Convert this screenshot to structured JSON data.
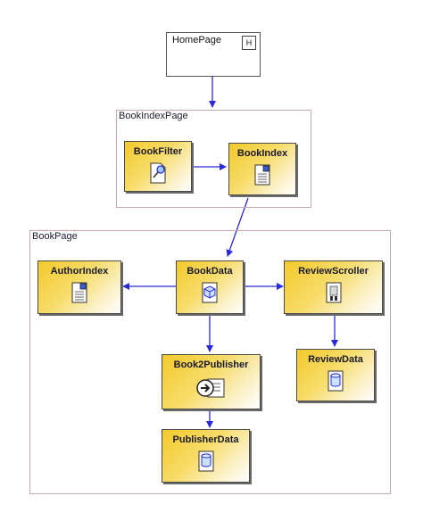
{
  "diagram": {
    "home": {
      "label": "HomePage",
      "marker": "H"
    },
    "groups": [
      {
        "label": "BookIndexPage"
      },
      {
        "label": "BookPage"
      }
    ],
    "nodes": {
      "bookfilter": {
        "label": "BookFilter",
        "icon": "search-icon"
      },
      "bookindex": {
        "label": "BookIndex",
        "icon": "index-icon"
      },
      "authorindex": {
        "label": "AuthorIndex",
        "icon": "index-icon"
      },
      "bookdata": {
        "label": "BookData",
        "icon": "data-cube-icon"
      },
      "reviewscroller": {
        "label": "ReviewScroller",
        "icon": "scroller-icon"
      },
      "reviewdata": {
        "label": "ReviewData",
        "icon": "database-icon"
      },
      "book2publisher": {
        "label": "Book2Publisher",
        "icon": "arrow-link-icon"
      },
      "publisherdata": {
        "label": "PublisherData",
        "icon": "database-icon"
      }
    },
    "edges": [
      {
        "from": "HomePage",
        "to": "BookIndexPage"
      },
      {
        "from": "BookFilter",
        "to": "BookIndex"
      },
      {
        "from": "BookIndex",
        "to": "BookPage"
      },
      {
        "from": "BookData",
        "to": "AuthorIndex"
      },
      {
        "from": "BookData",
        "to": "ReviewScroller"
      },
      {
        "from": "BookData",
        "to": "Book2Publisher"
      },
      {
        "from": "ReviewScroller",
        "to": "ReviewData"
      },
      {
        "from": "Book2Publisher",
        "to": "PublisherData"
      }
    ],
    "colors": {
      "edge": "#2a2ad8",
      "node_fill": "#f3c92a",
      "frame": "#c9a8b0"
    }
  }
}
